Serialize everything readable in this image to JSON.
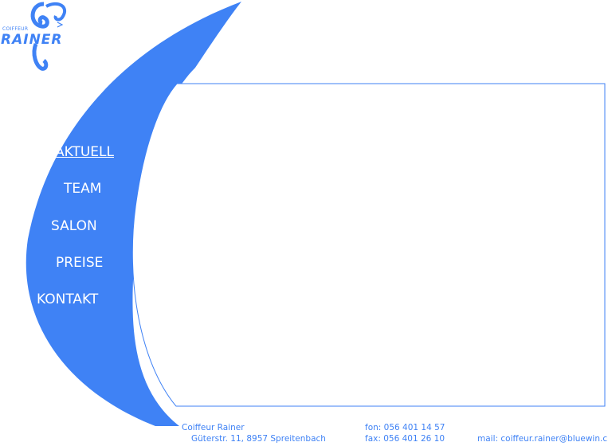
{
  "brand": {
    "small_label": "COIFFEUR",
    "name": "RAINER",
    "color": "#3f82f5"
  },
  "nav": {
    "items": [
      {
        "label": "AKTUELL",
        "active": true
      },
      {
        "label": "TEAM",
        "active": false
      },
      {
        "label": "SALON",
        "active": false
      },
      {
        "label": "PREISE",
        "active": false
      },
      {
        "label": "KONTAKT",
        "active": false
      }
    ]
  },
  "footer": {
    "name": "Coiffeur Rainer",
    "street": "Güterstr. 11, 8957 Spreitenbach",
    "fon": "fon: 056 401 14 57",
    "fax": "fax: 056 401 26 10",
    "mail": "mail: coiffeur.rainer@bluewin.ch"
  },
  "colors": {
    "accent": "#3f82f5",
    "background": "#ffffff"
  }
}
